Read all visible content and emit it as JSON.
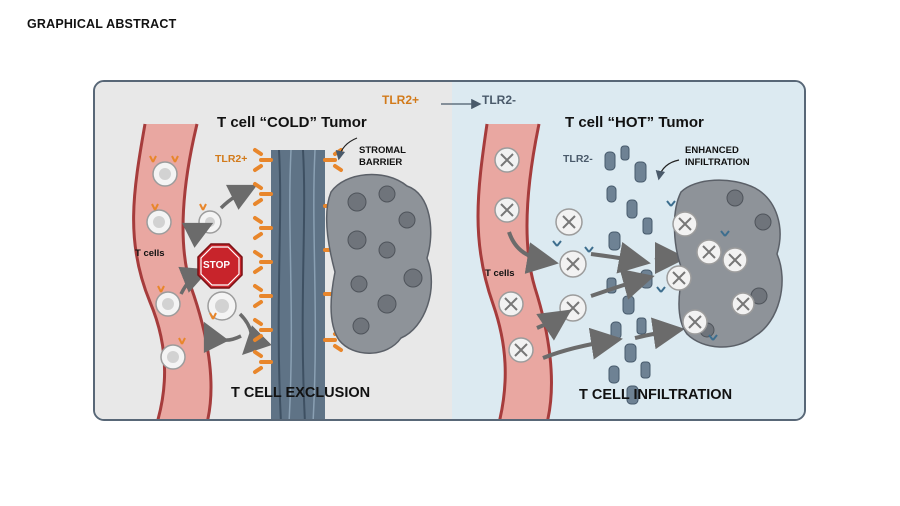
{
  "header": {
    "label": "GRAPHICAL ABSTRACT"
  },
  "legend": {
    "from": "TLR2+",
    "to": "TLR2-"
  },
  "cold_panel": {
    "title": "T cell “COLD” Tumor",
    "receptor_label": "TLR2+",
    "barrier_label_line1": "STROMAL",
    "barrier_label_line2": "BARRIER",
    "cells_label": "T cells",
    "stop_sign": "STOP",
    "caption": "T CELL EXCLUSION"
  },
  "hot_panel": {
    "title": "T cell “HOT” Tumor",
    "receptor_label": "TLR2-",
    "infiltration_label_line1": "ENHANCED",
    "infiltration_label_line2": "INFILTRATION",
    "cells_label": "T cells",
    "caption": "T CELL INFILTRATION"
  },
  "colors": {
    "vessel": "#e9a7a1",
    "vessel_edge": "#a63c3c",
    "tlr2_receptor": "#e8862b",
    "stroma": "#5f7386",
    "tumor": "#8e9399",
    "stop": "#c8242b",
    "cold_bg": "#e8e8e8",
    "hot_bg": "#dceaf1"
  }
}
